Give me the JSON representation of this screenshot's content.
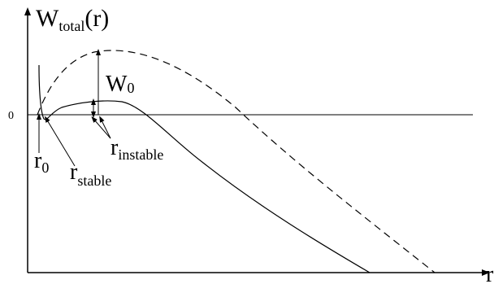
{
  "diagram": {
    "y_label_main": "W",
    "y_label_sub": "total",
    "y_label_tail": "(r)",
    "x_label": "r",
    "zero_label": "0",
    "barrier_label_main": "W",
    "barrier_label_sub": "0",
    "r0_main": "r",
    "r0_sub": "0",
    "rstable_main": "r",
    "rstable_sub": "stable",
    "rinstable_main": "r",
    "rinstable_sub": "instable",
    "colors": {
      "ink": "#000000",
      "background": "#ffffff"
    }
  }
}
